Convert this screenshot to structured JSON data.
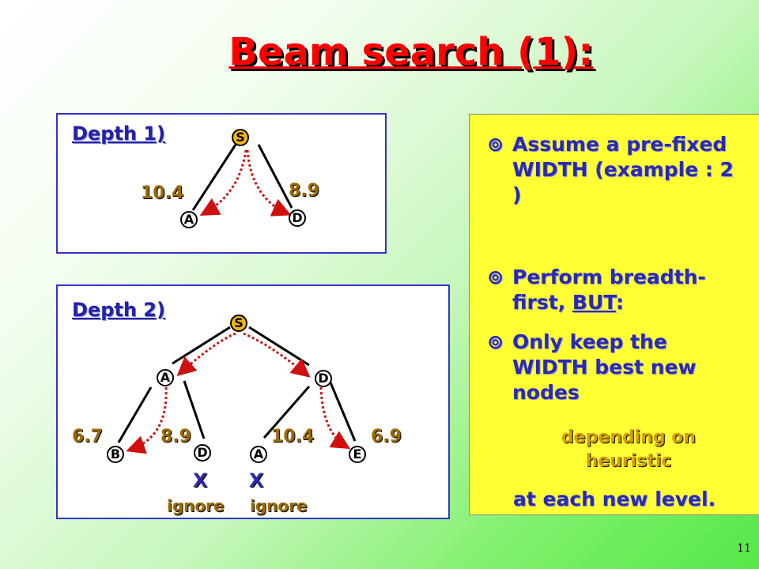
{
  "title": "Beam search (1):",
  "depth1": {
    "label": "Depth 1)",
    "nodes": {
      "s": "S",
      "a": "A",
      "d": "D"
    },
    "weights": {
      "a": "10.4",
      "d": "8.9"
    }
  },
  "depth2": {
    "label": "Depth 2)",
    "nodes": {
      "s": "S",
      "a": "A",
      "d": "D",
      "b": "B",
      "ad": "D",
      "da": "A",
      "e": "E"
    },
    "weights": {
      "b": "6.7",
      "ad": "8.9",
      "da": "10.4",
      "e": "6.9"
    },
    "x_mark": "X",
    "ignore": "ignore"
  },
  "bullets": [
    "Assume a pre-fixed WIDTH (example : 2 )",
    "Perform breadth-first,",
    "Only keep the WIDTH best new nodes"
  ],
  "but_label": "BUT",
  "bullet2_suffix": ":",
  "bullet_symbol": "⊚",
  "sub_text": "depending on heuristic",
  "last_text": "at each new level.",
  "page_number": "11",
  "colors": {
    "title": "#ff0000",
    "panel_border": "#3333cc",
    "right_box": "#ffff33",
    "text_blue": "#2a2ab0",
    "weight_gold": "#9b6a00",
    "arrow_red": "#d01010",
    "start_node": "#f5b800"
  }
}
